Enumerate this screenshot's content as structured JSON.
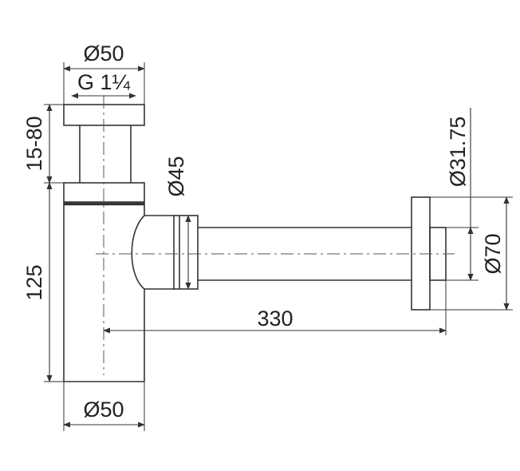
{
  "drawing": {
    "line_color": "#333333",
    "labels": {
      "top_diameter": "Ø50",
      "thread": "G 1¼",
      "height_adjust": "15-80",
      "body_height": "125",
      "trap_inlet": "Ø45",
      "pipe_diameter": "Ø31.75",
      "flange_diameter": "Ø70",
      "horizontal_length": "330",
      "bottom_diameter": "Ø50"
    }
  }
}
